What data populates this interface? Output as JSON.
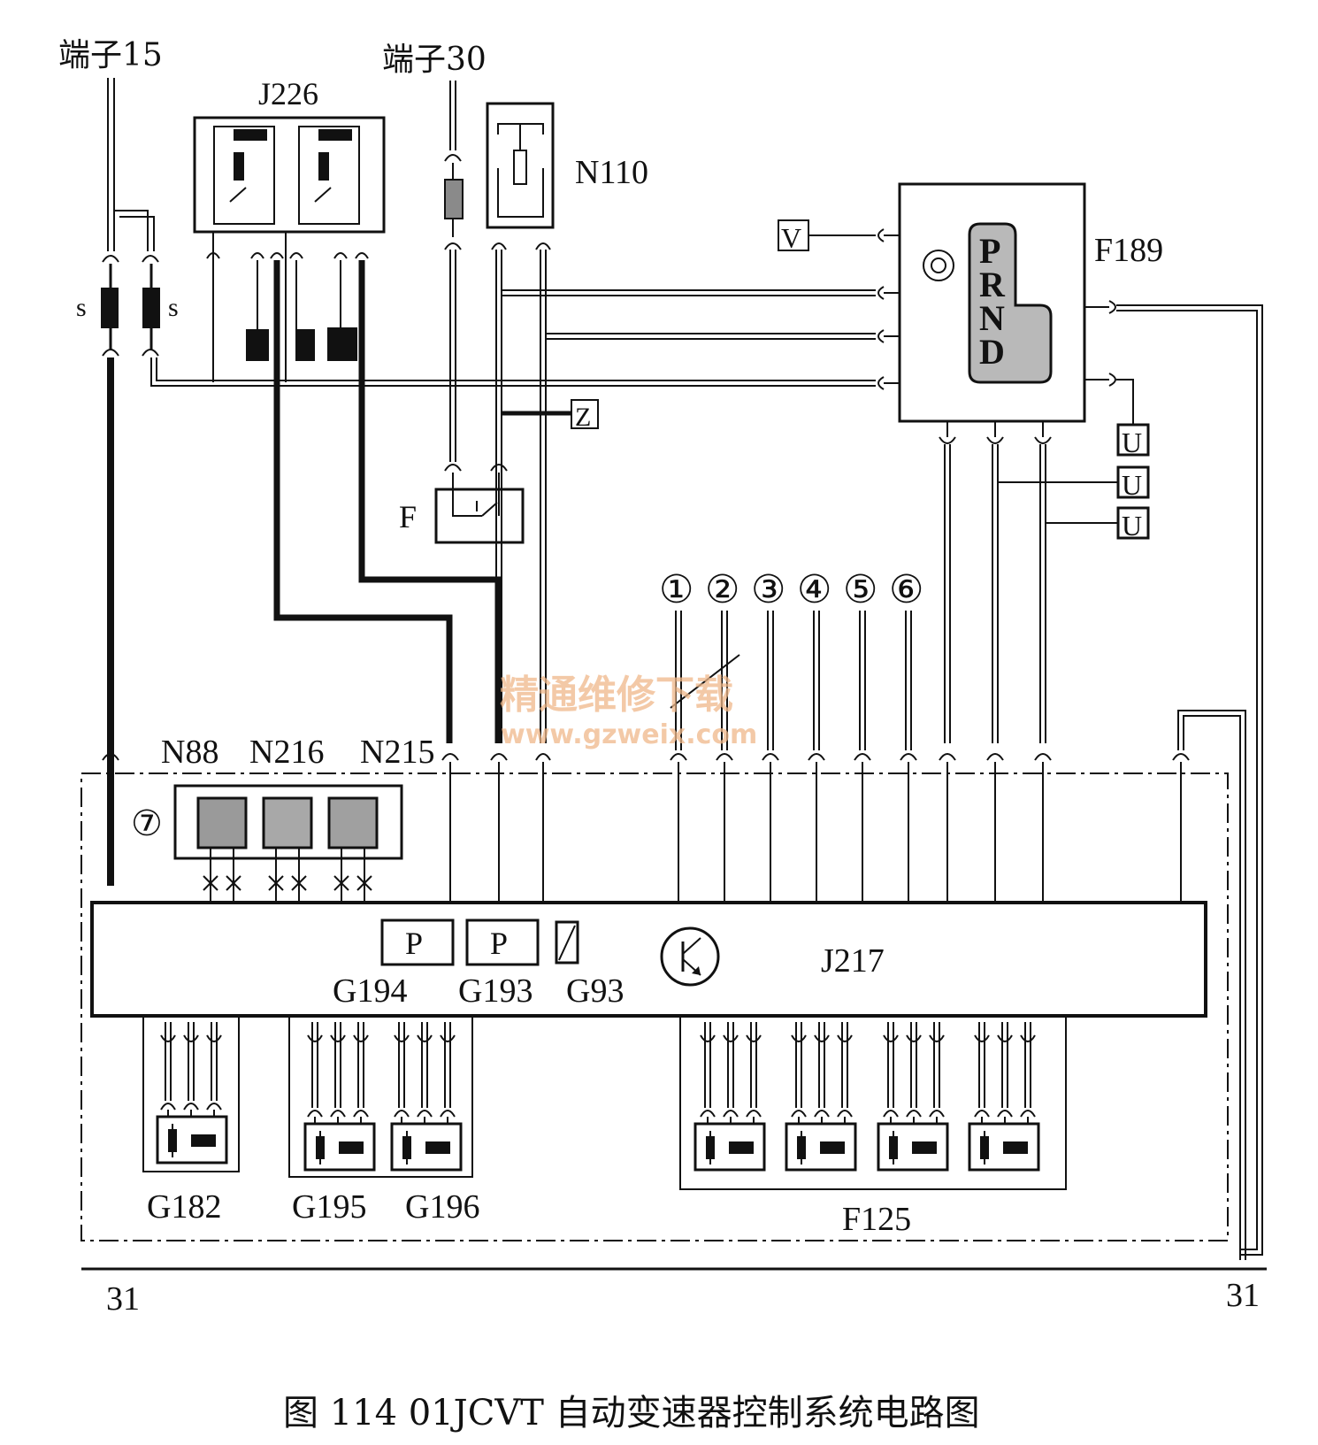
{
  "terminals": {
    "t15": "端子15",
    "t30": "端子30",
    "g31_left": "31",
    "g31_right": "31"
  },
  "components": {
    "j226": "J226",
    "n110": "N110",
    "f189": "F189",
    "v": "V",
    "z": "Z",
    "f": "F",
    "s_left": "s",
    "s_right": "s",
    "u1": "U",
    "u2": "U",
    "u3": "U",
    "n88": "N88",
    "n216": "N216",
    "n215": "N215",
    "seven": "⑦",
    "j217": "J217",
    "g194": "G194",
    "g193": "G193",
    "g93": "G93",
    "p1": "P",
    "p2": "P",
    "g182": "G182",
    "g195": "G195",
    "g196": "G196",
    "f125": "F125"
  },
  "selector": {
    "p": "P",
    "r": "R",
    "n": "N",
    "d": "D"
  },
  "connectors": [
    "①",
    "②",
    "③",
    "④",
    "⑤",
    "⑥"
  ],
  "watermark": {
    "line1": "精通维修下载",
    "line2": "www.gzweix.com"
  },
  "caption": "图 114   01JCVT 自动变速器控制系统电路图"
}
